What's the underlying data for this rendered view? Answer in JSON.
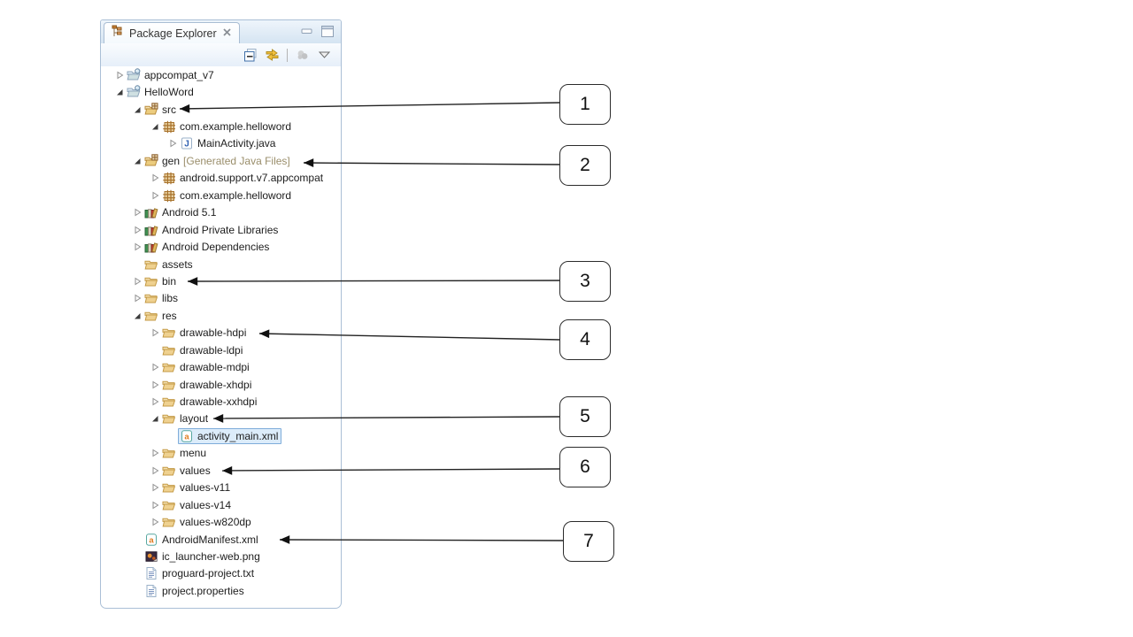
{
  "panel": {
    "title": "Package Explorer",
    "tab_icons": [
      "package-explorer-icon",
      "close-icon"
    ],
    "window_icons": [
      "minimize-icon",
      "restore-icon"
    ],
    "toolbar_icons": [
      "collapse-all-icon",
      "link-with-editor-icon",
      "focus-task-icon",
      "view-menu-dropdown-icon"
    ]
  },
  "colors": {
    "selection_bg": "#dcecfa",
    "selection_border": "#7fadda",
    "decoration_text": "#9a8e6b",
    "panel_border": "#aabfd6",
    "folder": "#efd190"
  },
  "tree": {
    "items": [
      {
        "label": "appcompat_v7",
        "icon": "project-icon",
        "level": 0,
        "twisty": "collapsed",
        "selected": false,
        "decoration": ""
      },
      {
        "label": "HelloWord",
        "icon": "project-icon",
        "level": 0,
        "twisty": "expanded",
        "selected": false,
        "decoration": ""
      },
      {
        "label": "src",
        "icon": "source-folder-icon",
        "level": 1,
        "twisty": "expanded",
        "selected": false,
        "decoration": ""
      },
      {
        "label": "com.example.helloword",
        "icon": "package-icon",
        "level": 2,
        "twisty": "expanded",
        "selected": false,
        "decoration": ""
      },
      {
        "label": "MainActivity.java",
        "icon": "java-file-icon",
        "level": 3,
        "twisty": "collapsed",
        "selected": false,
        "decoration": ""
      },
      {
        "label": "gen",
        "icon": "source-folder-icon",
        "level": 1,
        "twisty": "expanded",
        "selected": false,
        "decoration": "[Generated Java Files]"
      },
      {
        "label": "android.support.v7.appcompat",
        "icon": "package-icon",
        "level": 2,
        "twisty": "collapsed",
        "selected": false,
        "decoration": ""
      },
      {
        "label": "com.example.helloword",
        "icon": "package-icon",
        "level": 2,
        "twisty": "collapsed",
        "selected": false,
        "decoration": ""
      },
      {
        "label": "Android 5.1",
        "icon": "library-icon",
        "level": 1,
        "twisty": "collapsed",
        "selected": false,
        "decoration": ""
      },
      {
        "label": "Android Private Libraries",
        "icon": "library-icon",
        "level": 1,
        "twisty": "collapsed",
        "selected": false,
        "decoration": ""
      },
      {
        "label": "Android Dependencies",
        "icon": "library-icon",
        "level": 1,
        "twisty": "collapsed",
        "selected": false,
        "decoration": ""
      },
      {
        "label": "assets",
        "icon": "folder-icon",
        "level": 1,
        "twisty": "none",
        "selected": false,
        "decoration": ""
      },
      {
        "label": "bin",
        "icon": "folder-icon",
        "level": 1,
        "twisty": "collapsed",
        "selected": false,
        "decoration": ""
      },
      {
        "label": "libs",
        "icon": "folder-icon",
        "level": 1,
        "twisty": "collapsed",
        "selected": false,
        "decoration": ""
      },
      {
        "label": "res",
        "icon": "folder-icon",
        "level": 1,
        "twisty": "expanded",
        "selected": false,
        "decoration": ""
      },
      {
        "label": "drawable-hdpi",
        "icon": "folder-icon",
        "level": 2,
        "twisty": "collapsed",
        "selected": false,
        "decoration": ""
      },
      {
        "label": "drawable-ldpi",
        "icon": "folder-icon",
        "level": 2,
        "twisty": "none",
        "selected": false,
        "decoration": ""
      },
      {
        "label": "drawable-mdpi",
        "icon": "folder-icon",
        "level": 2,
        "twisty": "collapsed",
        "selected": false,
        "decoration": ""
      },
      {
        "label": "drawable-xhdpi",
        "icon": "folder-icon",
        "level": 2,
        "twisty": "collapsed",
        "selected": false,
        "decoration": ""
      },
      {
        "label": "drawable-xxhdpi",
        "icon": "folder-icon",
        "level": 2,
        "twisty": "collapsed",
        "selected": false,
        "decoration": ""
      },
      {
        "label": "layout",
        "icon": "folder-icon",
        "level": 2,
        "twisty": "expanded",
        "selected": false,
        "decoration": ""
      },
      {
        "label": "activity_main.xml",
        "icon": "xml-file-icon",
        "level": 3,
        "twisty": "none",
        "selected": true,
        "decoration": ""
      },
      {
        "label": "menu",
        "icon": "folder-icon",
        "level": 2,
        "twisty": "collapsed",
        "selected": false,
        "decoration": ""
      },
      {
        "label": "values",
        "icon": "folder-icon",
        "level": 2,
        "twisty": "collapsed",
        "selected": false,
        "decoration": ""
      },
      {
        "label": "values-v11",
        "icon": "folder-icon",
        "level": 2,
        "twisty": "collapsed",
        "selected": false,
        "decoration": ""
      },
      {
        "label": "values-v14",
        "icon": "folder-icon",
        "level": 2,
        "twisty": "collapsed",
        "selected": false,
        "decoration": ""
      },
      {
        "label": "values-w820dp",
        "icon": "folder-icon",
        "level": 2,
        "twisty": "collapsed",
        "selected": false,
        "decoration": ""
      },
      {
        "label": "AndroidManifest.xml",
        "icon": "xml-file-icon",
        "level": 1,
        "twisty": "none",
        "selected": false,
        "decoration": ""
      },
      {
        "label": "ic_launcher-web.png",
        "icon": "image-file-icon",
        "level": 1,
        "twisty": "none",
        "selected": false,
        "decoration": ""
      },
      {
        "label": "proguard-project.txt",
        "icon": "text-file-icon",
        "level": 1,
        "twisty": "none",
        "selected": false,
        "decoration": ""
      },
      {
        "label": "project.properties",
        "icon": "text-file-icon",
        "level": 1,
        "twisty": "none",
        "selected": false,
        "decoration": ""
      }
    ]
  },
  "callouts": [
    {
      "label": "1"
    },
    {
      "label": "2"
    },
    {
      "label": "3"
    },
    {
      "label": "4"
    },
    {
      "label": "5"
    },
    {
      "label": "6"
    },
    {
      "label": "7"
    }
  ]
}
